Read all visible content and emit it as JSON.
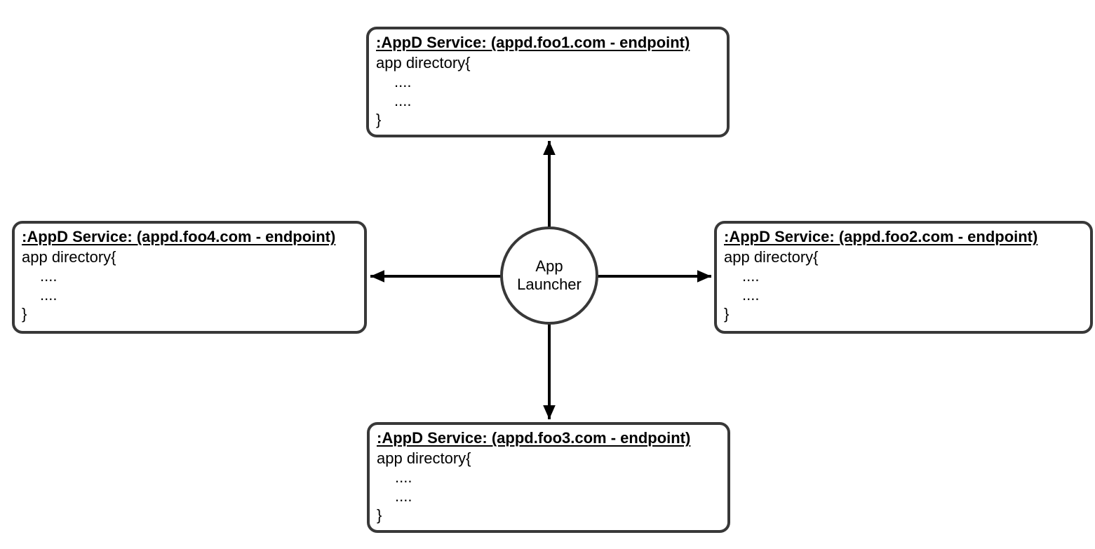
{
  "diagram": {
    "center": {
      "label": "App Launcher"
    },
    "services": [
      {
        "id": "foo1",
        "position": "top",
        "title": ":AppD Service: (appd.foo1.com - endpoint)",
        "lines": [
          "app directory{",
          "....",
          "....",
          "}"
        ]
      },
      {
        "id": "foo2",
        "position": "right",
        "title": ":AppD Service: (appd.foo2.com - endpoint)",
        "lines": [
          "app directory{",
          "....",
          "....",
          "}"
        ]
      },
      {
        "id": "foo3",
        "position": "bottom",
        "title": ":AppD Service: (appd.foo3.com - endpoint)",
        "lines": [
          "app directory{",
          "....",
          "....",
          "}"
        ]
      },
      {
        "id": "foo4",
        "position": "left",
        "title": ":AppD Service: (appd.foo4.com - endpoint)",
        "lines": [
          "app directory{",
          "....",
          "....",
          "}"
        ]
      }
    ],
    "colors": {
      "border": "#383838",
      "arrow": "#000000",
      "background": "#ffffff",
      "text": "#000000"
    }
  }
}
